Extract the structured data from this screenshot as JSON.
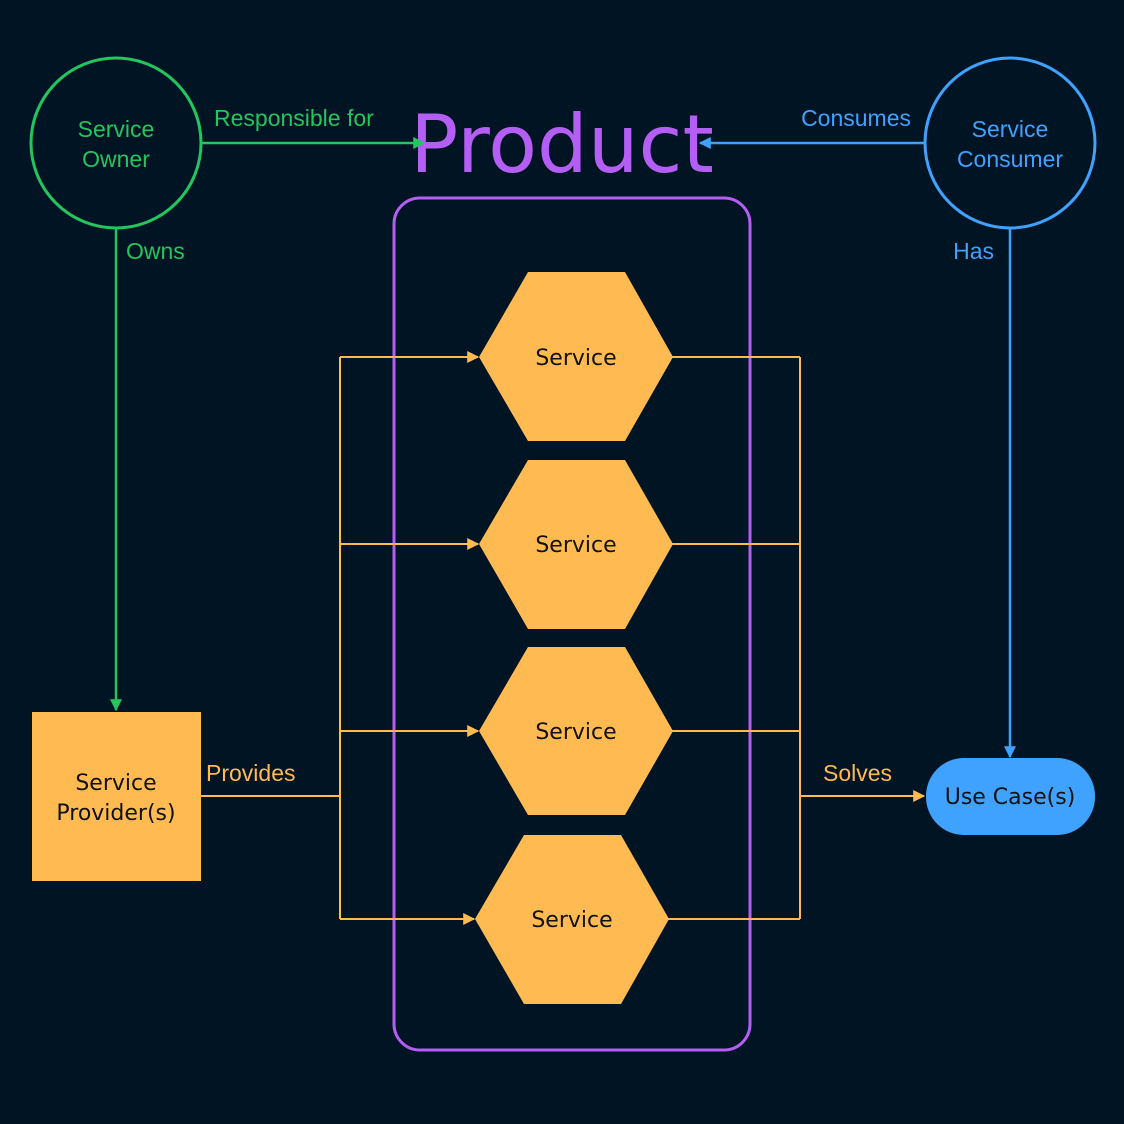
{
  "title": "Product",
  "nodes": {
    "service_owner": [
      "Service",
      "Owner"
    ],
    "service_consumer": [
      "Service",
      "Consumer"
    ],
    "service_provider": [
      "Service",
      "Provider(s)"
    ],
    "use_case": "Use Case(s)",
    "services": [
      "Service",
      "Service",
      "Service",
      "Service"
    ]
  },
  "edges": {
    "responsible_for": "Responsible for",
    "consumes": "Consumes",
    "owns": "Owns",
    "has": "Has",
    "provides": "Provides",
    "solves": "Solves"
  },
  "colors": {
    "background": "#011424",
    "green": "#22C55E",
    "blue": "#3FA2FF",
    "purple": "#B45EF5",
    "orange": "#FFBA52",
    "dark_text": "#111111"
  }
}
